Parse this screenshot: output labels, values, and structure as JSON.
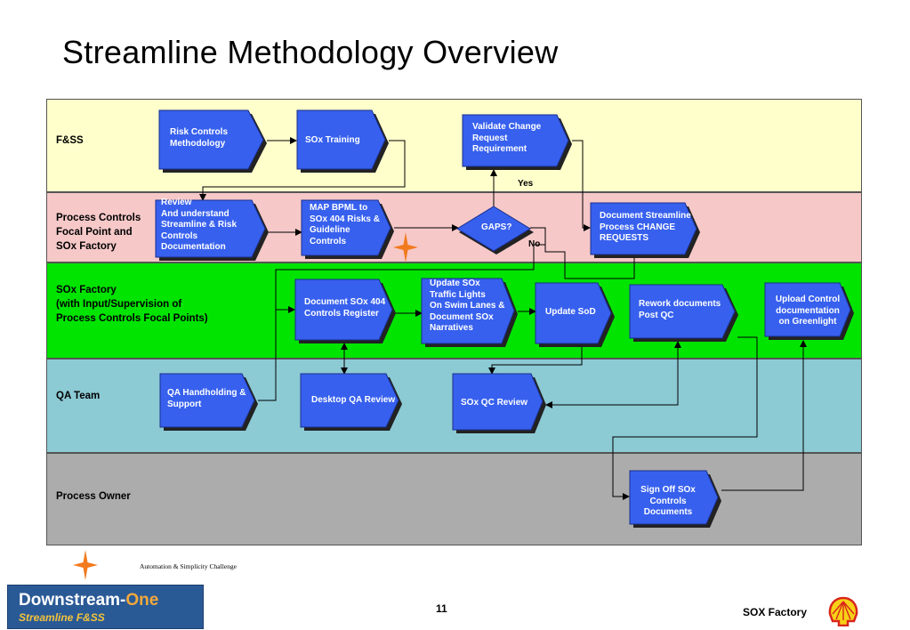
{
  "title": "Streamline Methodology Overview",
  "lanes": {
    "fss": "F&SS",
    "pc": "Process Controls\nFocal  Point and\nSOx Factory",
    "sf": "SOx Factory\n(with Input/Supervision of\nProcess Controls Focal Points)",
    "qa": "QA Team",
    "po": "Process Owner"
  },
  "boxes": {
    "risk": "Risk Controls\nMethodology",
    "training": "SOx  Training",
    "validate": "Validate Change\nRequest\nRequirement",
    "review": "Review\n And understand\n Streamline & Risk\n Controls\n Documentation",
    "map": "MAP BPML to\nSOx  404 Risks &\nGuideline\nControls",
    "gaps": "GAPS?",
    "docstream": "Document Streamline\nProcess CHANGE\nREQUESTS",
    "docreg": "Document SOx 404\nControls Register",
    "update": "Update SOx\nTraffic Lights\n On Swim Lanes &\nDocument SOx\nNarratives",
    "sod": "Update SoD",
    "rework": "Rework documents\nPost QC",
    "upload": "Upload Control\ndocumentation\non Greenlight",
    "qahand": "QA Handholding &\nSupport",
    "desktop": "Desktop QA Review",
    "qcreview": "SOx  QC Review",
    "signoff": "Sign Off SOx\nControls\nDocuments"
  },
  "labels": {
    "yes": "Yes",
    "no": "No"
  },
  "footer": {
    "tagline": "Automation & Simplicity Challenge",
    "logo_line1_a": "Downstream-",
    "logo_line1_b": "One",
    "logo_line2": "Streamline F&SS",
    "page": "11",
    "right": "SOX Factory"
  },
  "colors": {
    "fss_lane": "#ffffcc",
    "pc_lane": "#f6c8c8",
    "sf_lane": "#00e400",
    "qa_lane": "#8ccad4",
    "po_lane": "#acacac",
    "box_fill": "#3760ee",
    "star": "#f27a1e"
  }
}
